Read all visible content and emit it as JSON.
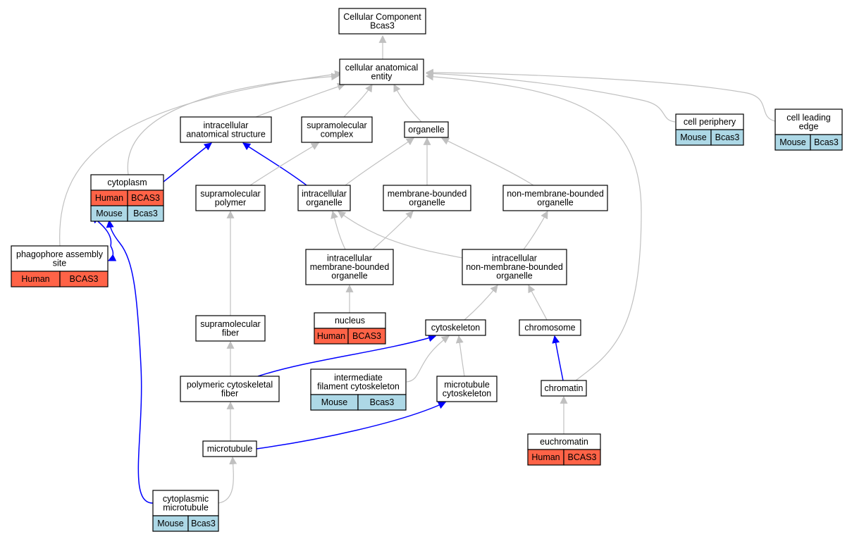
{
  "colors": {
    "human": "#FF6347",
    "mouse": "#ADD8E6",
    "isa_edge": "#C0C0C0",
    "partof_edge": "#0000FF",
    "node_border": "#000000",
    "node_fill": "#FFFFFF"
  },
  "nodes": {
    "root": [
      "Cellular Component",
      "Bcas3"
    ],
    "cae": [
      "cellular anatomical",
      "entity"
    ],
    "ias": [
      "intracellular",
      "anatomical structure"
    ],
    "smc": [
      "supramolecular",
      "complex"
    ],
    "org": [
      "organelle"
    ],
    "cper": [
      "cell periphery"
    ],
    "cle": [
      "cell leading",
      "edge"
    ],
    "cyto": [
      "cytoplasm"
    ],
    "smp": [
      "supramolecular",
      "polymer"
    ],
    "io": [
      "intracellular",
      "organelle"
    ],
    "mbo": [
      "membrane-bounded",
      "organelle"
    ],
    "nmbo": [
      "non-membrane-bounded",
      "organelle"
    ],
    "pas": [
      "phagophore assembly",
      "site"
    ],
    "imbo": [
      "intracellular",
      "membrane-bounded",
      "organelle"
    ],
    "inmbo": [
      "intracellular",
      "non-membrane-bounded",
      "organelle"
    ],
    "nuc": [
      "nucleus"
    ],
    "smf": [
      "supramolecular",
      "fiber"
    ],
    "csk": [
      "cytoskeleton"
    ],
    "chrs": [
      "chromosome"
    ],
    "pcf": [
      "polymeric cytoskeletal",
      "fiber"
    ],
    "ifc": [
      "intermediate",
      "filament cytoskeleton"
    ],
    "mtc": [
      "microtubule",
      "cytoskeleton"
    ],
    "chrt": [
      "chromatin"
    ],
    "mt": [
      "microtubule"
    ],
    "euc": [
      "euchromatin"
    ],
    "cmt": [
      "cytoplasmic",
      "microtubule"
    ]
  },
  "annotations": {
    "cper": [
      [
        "Mouse",
        "Bcas3"
      ]
    ],
    "cle": [
      [
        "Mouse",
        "Bcas3"
      ]
    ],
    "cyto": [
      [
        "Human",
        "BCAS3"
      ],
      [
        "Mouse",
        "Bcas3"
      ]
    ],
    "pas": [
      [
        "Human",
        "BCAS3"
      ]
    ],
    "nuc": [
      [
        "Human",
        "BCAS3"
      ]
    ],
    "ifc": [
      [
        "Mouse",
        "Bcas3"
      ]
    ],
    "euc": [
      [
        "Human",
        "BCAS3"
      ]
    ],
    "cmt": [
      [
        "Mouse",
        "Bcas3"
      ]
    ]
  }
}
